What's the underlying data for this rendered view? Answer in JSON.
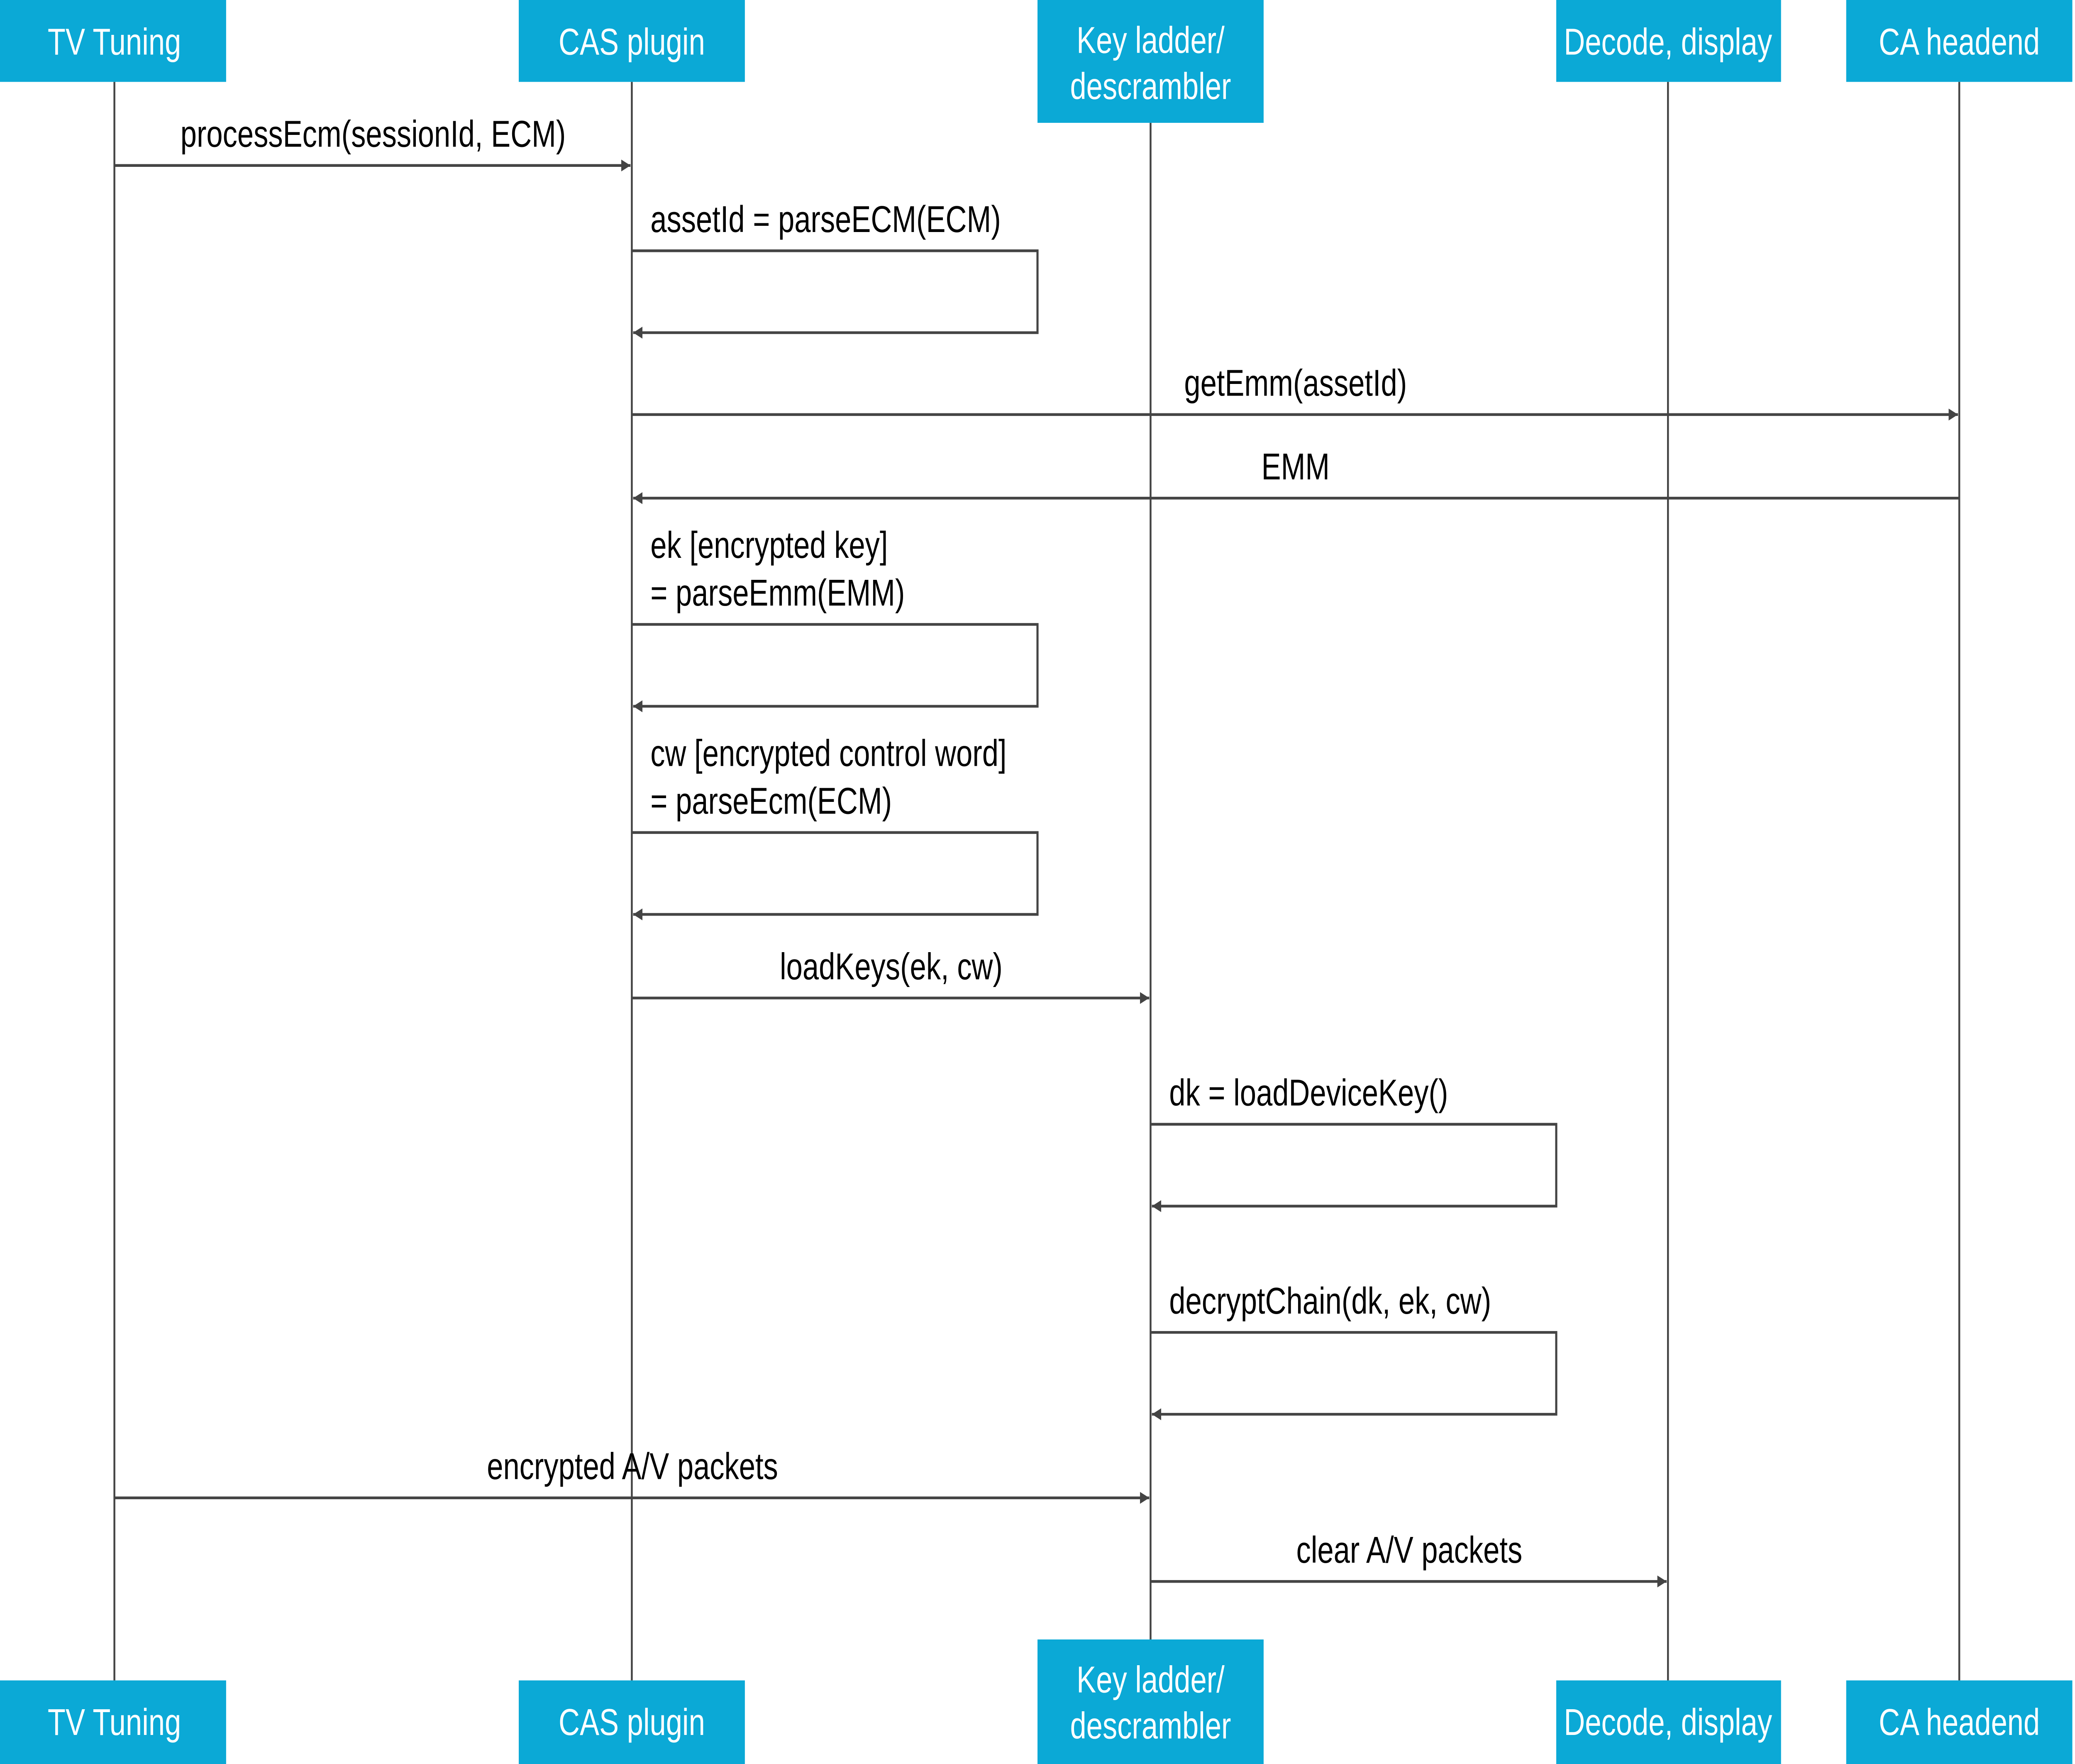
{
  "colors": {
    "header": "#0BA9D6",
    "header_text": "#FFFFFF",
    "line": "#444444",
    "text": "#000000"
  },
  "participants": [
    {
      "label": [
        "TV Tuning"
      ]
    },
    {
      "label": [
        "CAS plugin"
      ]
    },
    {
      "label": [
        "Key ladder/",
        "descrambler"
      ]
    },
    {
      "label": [
        "Decode, display"
      ]
    },
    {
      "label": [
        "CA headend"
      ]
    }
  ],
  "messages": [
    {
      "from": 0,
      "to": 1,
      "label": [
        "processEcm(sessionId, ECM)"
      ]
    },
    {
      "from": 1,
      "to": 1,
      "label": [
        "assetId = parseECM(ECM)"
      ]
    },
    {
      "from": 1,
      "to": 4,
      "label": [
        "getEmm(assetId)"
      ]
    },
    {
      "from": 4,
      "to": 1,
      "label": [
        "EMM"
      ]
    },
    {
      "from": 1,
      "to": 1,
      "label": [
        "ek [encrypted key]",
        "= parseEmm(EMM)"
      ]
    },
    {
      "from": 1,
      "to": 1,
      "label": [
        "cw [encrypted control word]",
        "= parseEcm(ECM)"
      ]
    },
    {
      "from": 1,
      "to": 2,
      "label": [
        "loadKeys(ek, cw)"
      ]
    },
    {
      "from": 2,
      "to": 2,
      "label": [
        "dk = loadDeviceKey()"
      ]
    },
    {
      "from": 2,
      "to": 2,
      "label": [
        "decryptChain(dk, ek, cw)"
      ]
    },
    {
      "from": 0,
      "to": 2,
      "label": [
        "encrypted A/V packets"
      ]
    },
    {
      "from": 2,
      "to": 3,
      "label": [
        "clear A/V packets"
      ]
    }
  ]
}
